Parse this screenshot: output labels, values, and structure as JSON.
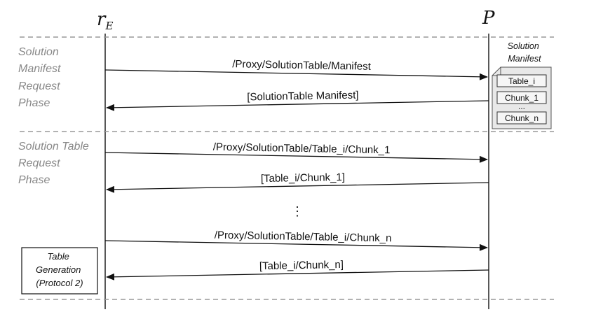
{
  "actors": {
    "left": {
      "symbol": "r",
      "subscript": "E"
    },
    "right": {
      "symbol": "P"
    }
  },
  "phases": [
    {
      "lines": [
        "Solution",
        "Manifest",
        "Request",
        "Phase"
      ]
    },
    {
      "lines": [
        "Solution Table",
        "Request",
        "Phase"
      ]
    }
  ],
  "messages": [
    {
      "label": "/Proxy/SolutionTable/Manifest",
      "direction": "right"
    },
    {
      "label": "[SolutionTable Manifest]",
      "direction": "left"
    },
    {
      "label": "/Proxy/SolutionTable/Table_i/Chunk_1",
      "direction": "right"
    },
    {
      "label": "[Table_i/Chunk_1]",
      "direction": "left"
    },
    {
      "label": "/Proxy/SolutionTable/Table_i/Chunk_n",
      "direction": "right"
    },
    {
      "label": "[Table_i/Chunk_n]",
      "direction": "left"
    }
  ],
  "gap_marker": "⋮",
  "manifest": {
    "title_lines": [
      "Solution",
      "Manifest"
    ],
    "items": [
      "Table_i",
      "Chunk_1",
      "Chunk_n"
    ],
    "between_marker": "..."
  },
  "table_generation": {
    "lines": [
      "Table",
      "Generation",
      "(Protocol 2)"
    ]
  }
}
